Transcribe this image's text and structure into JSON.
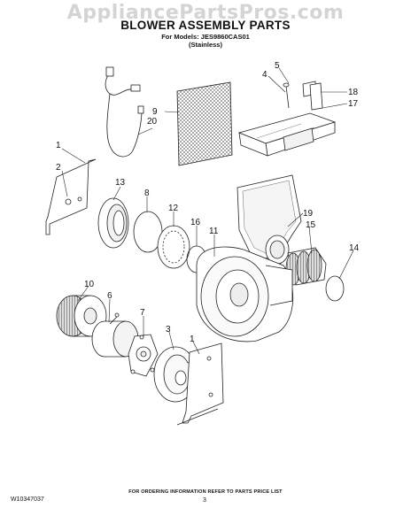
{
  "watermark": "AppliancePartsPros.com",
  "header": {
    "title": "BLOWER ASSEMBLY PARTS",
    "models": "For Models: JES9860CAS01",
    "variant": "(Stainless)"
  },
  "callouts": [
    "1",
    "2",
    "13",
    "8",
    "12",
    "16",
    "11",
    "9",
    "20",
    "4",
    "5",
    "18",
    "17",
    "19",
    "15",
    "14",
    "10",
    "6",
    "7",
    "3",
    "1"
  ],
  "footer": {
    "note": "FOR ORDERING INFORMATION REFER TO PARTS PRICE LIST",
    "doc_number": "W10347037",
    "page_number": "3"
  }
}
